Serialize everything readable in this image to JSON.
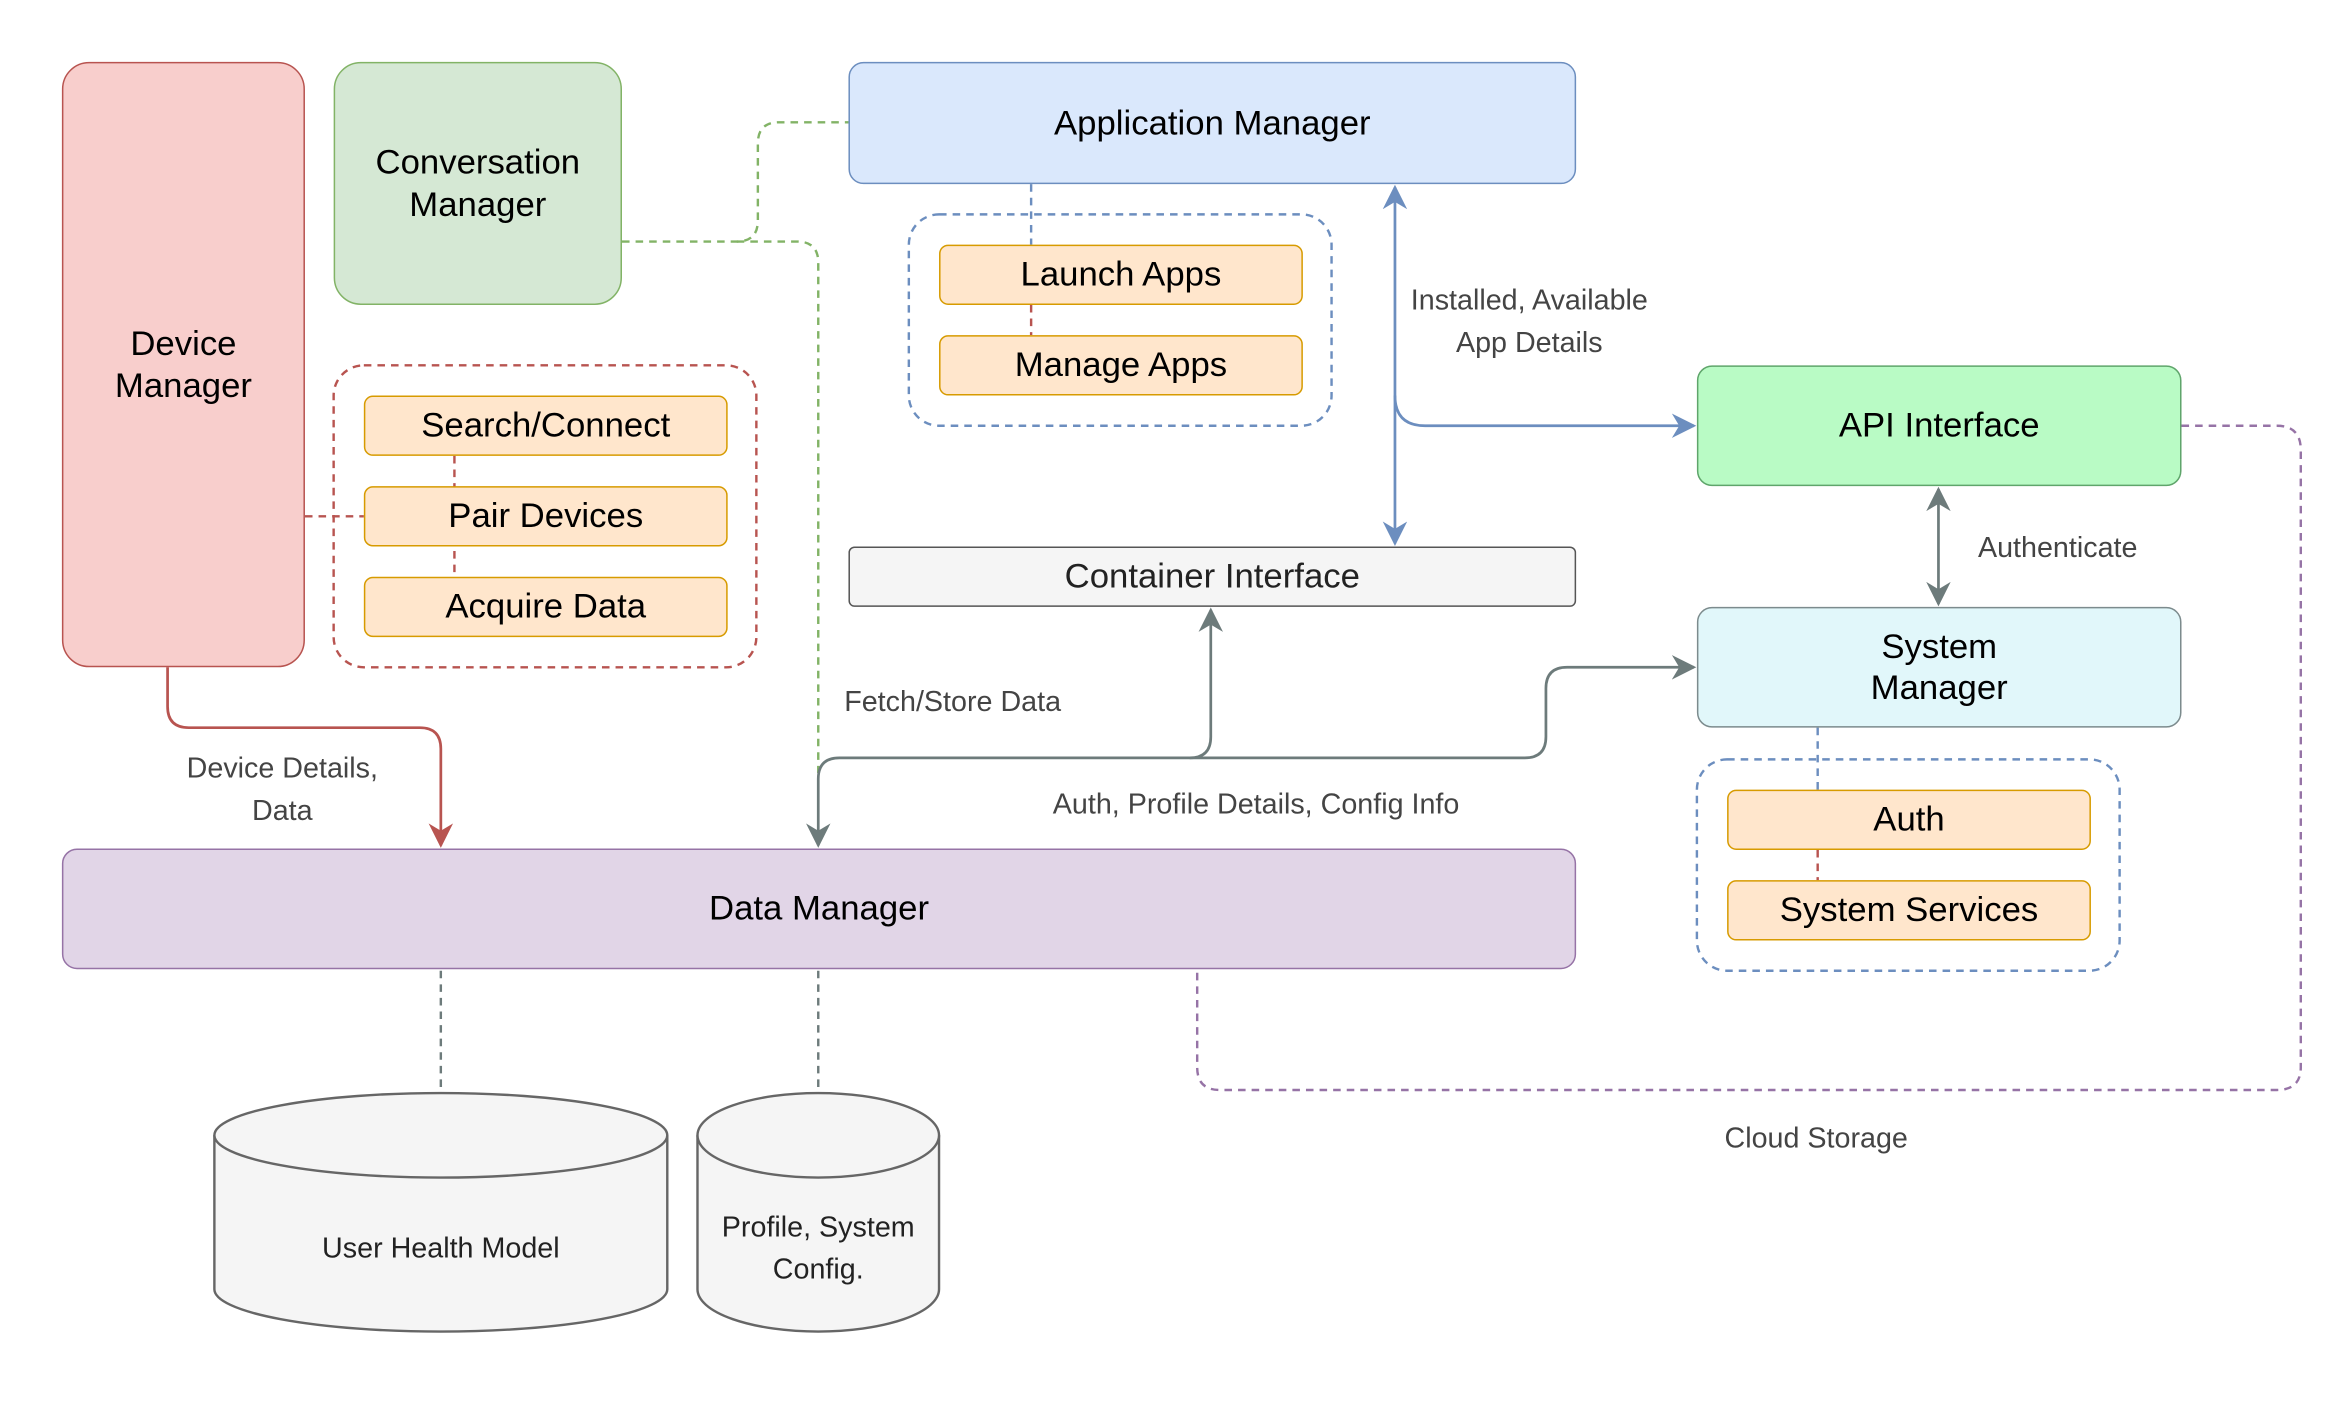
{
  "colors": {
    "device": {
      "fill": "#f8cecc",
      "stroke": "#b85450"
    },
    "conversation": {
      "fill": "#d5e8d4",
      "stroke": "#82b366"
    },
    "application": {
      "fill": "#dae8fc",
      "stroke": "#6c8ebf"
    },
    "api": {
      "fill": "#b9fbc5",
      "stroke": "#5fa56b"
    },
    "system": {
      "fill": "#e1f7fa",
      "stroke": "#7c8b8d"
    },
    "data": {
      "fill": "#e1d5e7",
      "stroke": "#9673a6"
    },
    "sub": {
      "fill": "#ffe6cc",
      "stroke": "#d79b00"
    },
    "container": {
      "fill": "#f5f5f5",
      "stroke": "#666666"
    },
    "arrow_gray": "#6d7b7b",
    "arrow_blue": "#6c8ebf",
    "arrow_red": "#b85450",
    "dash_purple": "#9673a6",
    "dash_green": "#82b366"
  },
  "nodes": {
    "device_manager": "Device Manager",
    "conversation_manager": "Conversation Manager",
    "application_manager": "Application Manager",
    "launch_apps": "Launch Apps",
    "manage_apps": "Manage Apps",
    "search_connect": "Search/Connect",
    "pair_devices": "Pair Devices",
    "acquire_data": "Acquire Data",
    "container_interface": "Container Interface",
    "api_interface": "API Interface",
    "system_manager": "System Manager",
    "auth": "Auth",
    "system_services": "System Services",
    "data_manager": "Data Manager",
    "user_health_model": "User Health Model",
    "profile_config": "Profile, System Config."
  },
  "edge_labels": {
    "installed_available": "Installed, Available App Details",
    "authenticate": "Authenticate",
    "fetch_store": "Fetch/Store Data",
    "device_details": "Device Details, Data",
    "auth_profile": "Auth, Profile Details, Config Info",
    "cloud_storage": "Cloud Storage"
  }
}
